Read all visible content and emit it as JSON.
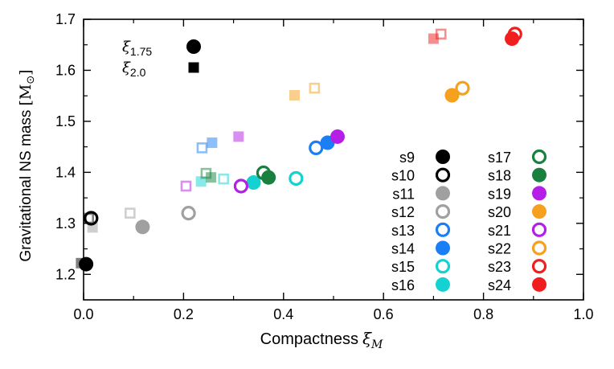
{
  "chart_data": {
    "type": "scatter",
    "xlabel": "Compactness",
    "xlabel_symbol": "ξ",
    "xlabel_sub": "M",
    "ylabel": "Gravitational NS mass",
    "ylabel_unit": "[M",
    "ylabel_unit_sub": "⊙",
    "ylabel_unit_close": "]",
    "xlim": [
      0.0,
      1.0
    ],
    "ylim": [
      1.15,
      1.7
    ],
    "xticks": [
      "0.0",
      "0.2",
      "0.4",
      "0.6",
      "0.8",
      "1.0"
    ],
    "yticks": [
      "1.2",
      "1.3",
      "1.4",
      "1.5",
      "1.6",
      "1.7"
    ],
    "grid": false,
    "marker_legend": [
      {
        "marker": "circle",
        "symbol": "ξ",
        "sub": "1.75"
      },
      {
        "marker": "square",
        "symbol": "ξ",
        "sub": "2.0"
      }
    ],
    "legend_position": "bottom-right",
    "series": [
      {
        "name": "s9",
        "color": "#000000",
        "style": "filled",
        "xi175": [
          0.005,
          1.22
        ],
        "xi20": [
          -0.005,
          1.222
        ]
      },
      {
        "name": "s10",
        "color": "#000000",
        "style": "open",
        "xi175": [
          0.015,
          1.31
        ],
        "xi20": [
          0.01,
          1.31
        ]
      },
      {
        "name": "s11",
        "color": "#a0a0a0",
        "style": "filled",
        "xi175": [
          0.118,
          1.293
        ],
        "xi20": [
          0.018,
          1.292
        ]
      },
      {
        "name": "s12",
        "color": "#a0a0a0",
        "style": "open",
        "xi175": [
          0.21,
          1.32
        ],
        "xi20": [
          0.093,
          1.32
        ]
      },
      {
        "name": "s13",
        "color": "#1a7ef5",
        "style": "open",
        "xi175": [
          0.465,
          1.448
        ],
        "xi20": [
          0.237,
          1.448
        ]
      },
      {
        "name": "s14",
        "color": "#1a7ef5",
        "style": "filled",
        "xi175": [
          0.488,
          1.458
        ],
        "xi20": [
          0.257,
          1.458
        ]
      },
      {
        "name": "s15",
        "color": "#14d2d2",
        "style": "open",
        "xi175": [
          0.425,
          1.388
        ],
        "xi20": [
          0.28,
          1.387
        ]
      },
      {
        "name": "s16",
        "color": "#14d2d2",
        "style": "filled",
        "xi175": [
          0.34,
          1.38
        ],
        "xi20": [
          0.235,
          1.382
        ]
      },
      {
        "name": "s17",
        "color": "#1a8040",
        "style": "open",
        "xi175": [
          0.36,
          1.399
        ],
        "xi20": [
          0.245,
          1.398
        ]
      },
      {
        "name": "s18",
        "color": "#1a8040",
        "style": "filled",
        "xi175": [
          0.37,
          1.39
        ],
        "xi20": [
          0.255,
          1.39
        ]
      },
      {
        "name": "s19",
        "color": "#b41ee6",
        "style": "filled",
        "xi175": [
          0.508,
          1.47
        ],
        "xi20": [
          0.31,
          1.47
        ]
      },
      {
        "name": "s20",
        "color": "#f5a01e",
        "style": "filled",
        "xi175": [
          0.737,
          1.551
        ],
        "xi20": [
          0.422,
          1.551
        ]
      },
      {
        "name": "s21",
        "color": "#b41ee6",
        "style": "open",
        "xi175": [
          0.315,
          1.373
        ],
        "xi20": [
          0.205,
          1.373
        ]
      },
      {
        "name": "s22",
        "color": "#f5a01e",
        "style": "open",
        "xi175": [
          0.758,
          1.565
        ],
        "xi20": [
          0.462,
          1.565
        ]
      },
      {
        "name": "s23",
        "color": "#f01e1e",
        "style": "open",
        "xi175": [
          0.863,
          1.671
        ],
        "xi20": [
          0.715,
          1.671
        ]
      },
      {
        "name": "s24",
        "color": "#f01e1e",
        "style": "filled",
        "xi175": [
          0.857,
          1.662
        ],
        "xi20": [
          0.7,
          1.662
        ]
      }
    ]
  }
}
